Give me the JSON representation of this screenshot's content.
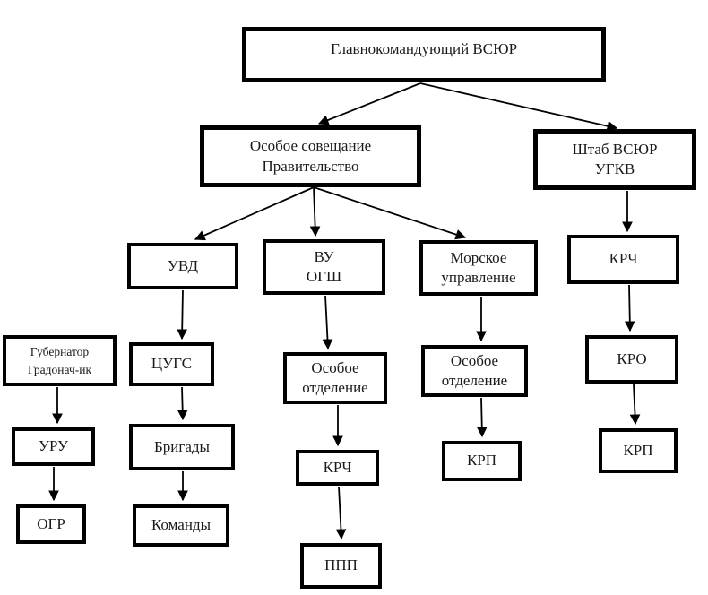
{
  "diagram": {
    "kind": "org-chart",
    "colors": {
      "background": "#ffffff",
      "box_border": "#000000",
      "connector": "#000000",
      "text": "#1a1a1a"
    },
    "nodes": {
      "glavkom": {
        "label": "Главнокомандующий ВСЮР"
      },
      "soveshchanie": {
        "label": "Особое совещание\nПравительство"
      },
      "shtab": {
        "label": "Штаб ВСЮР\nУГКВ"
      },
      "uvd": {
        "label": "УВД"
      },
      "vu_ogsh": {
        "label": "ВУ\nОГШ"
      },
      "morskoe": {
        "label": "Морское\nуправление"
      },
      "krch_shtab": {
        "label": "КРЧ"
      },
      "gubernator": {
        "label": "Губернатор\nГрадонач-ик"
      },
      "tsugs": {
        "label": "ЦУГС"
      },
      "osoboe_otd_ogsh": {
        "label": "Особое\nотделение"
      },
      "osoboe_otd_morskoe": {
        "label": "Особое\nотделение"
      },
      "kro": {
        "label": "КРО"
      },
      "uru": {
        "label": "УРУ"
      },
      "brigady": {
        "label": "Бригады"
      },
      "krch_ogsh": {
        "label": "КРЧ"
      },
      "krp_morskoe": {
        "label": "КРП"
      },
      "krp_kro": {
        "label": "КРП"
      },
      "ogr": {
        "label": "ОГР"
      },
      "komandy": {
        "label": "Команды"
      },
      "ppp": {
        "label": "ППП"
      }
    },
    "edges": [
      "glavkom→soveshchanie",
      "glavkom→shtab",
      "soveshchanie→uvd",
      "soveshchanie→vu_ogsh",
      "soveshchanie→morskoe",
      "shtab→krch_shtab",
      "krch_shtab→kro",
      "kro→krp_kro",
      "uvd→tsugs",
      "tsugs→brigady",
      "brigady→komandy",
      "gubernator→uru",
      "uru→ogr",
      "vu_ogsh→osoboe_otd_ogsh",
      "osoboe_otd_ogsh→krch_ogsh",
      "krch_ogsh→ppp",
      "morskoe→osoboe_otd_morskoe",
      "osoboe_otd_morskoe→krp_morskoe"
    ]
  }
}
